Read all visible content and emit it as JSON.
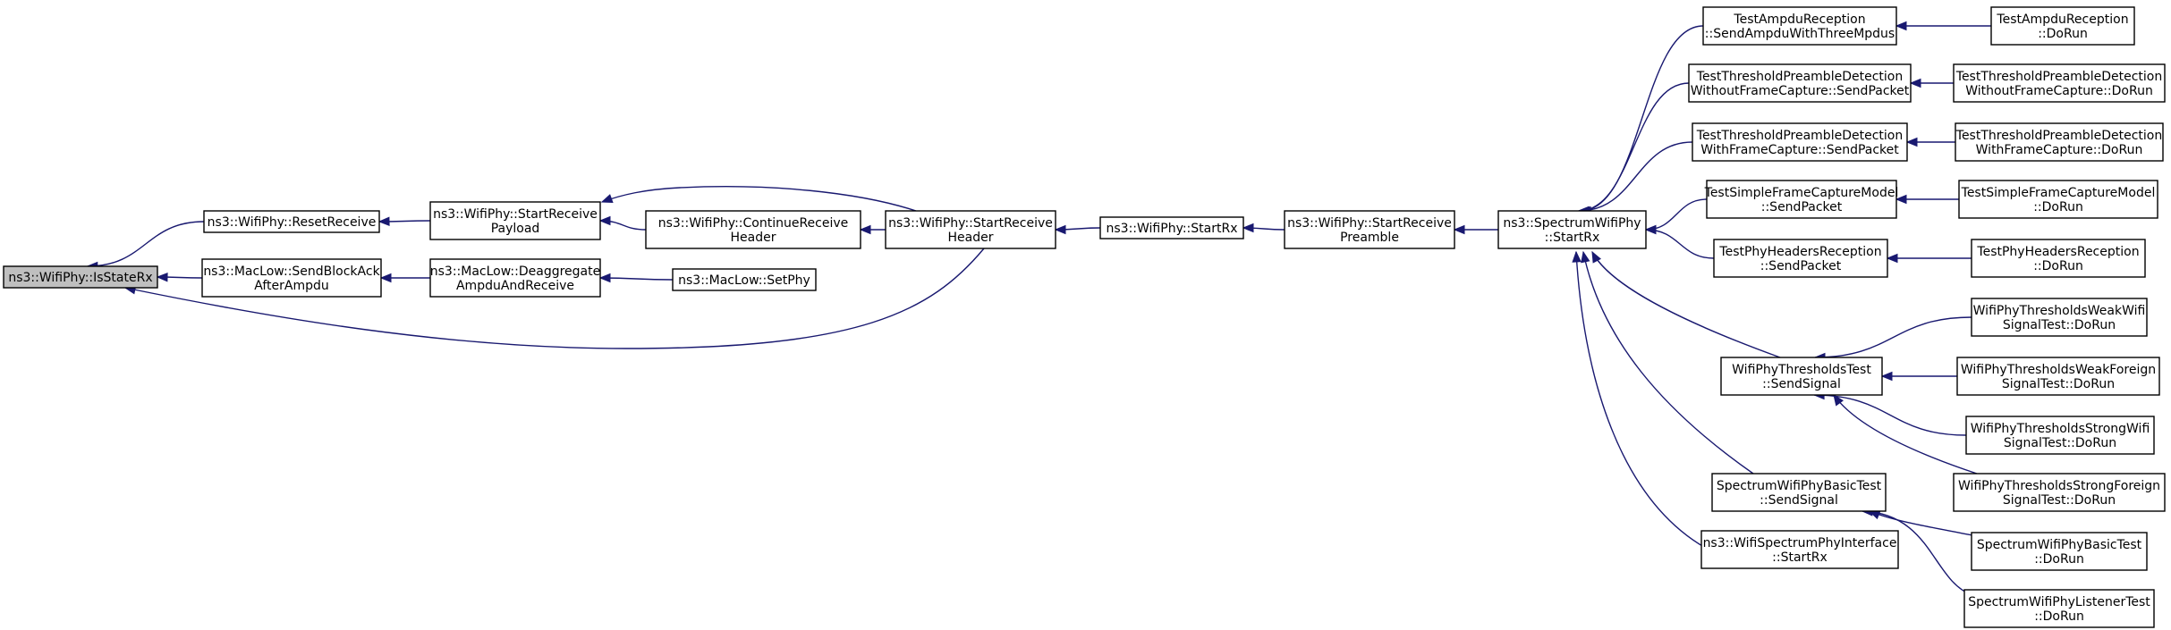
{
  "nodes": [
    {
      "id": "isstaterx",
      "lines": [
        "ns3::WifiPhy::IsStateRx"
      ],
      "root": true
    },
    {
      "id": "resetreceive",
      "lines": [
        "ns3::WifiPhy::ResetReceive"
      ]
    },
    {
      "id": "sendblockack",
      "lines": [
        "ns3::MacLow::SendBlockAck",
        "AfterAmpdu"
      ]
    },
    {
      "id": "startreceivepayload",
      "lines": [
        "ns3::WifiPhy::StartReceive",
        "Payload"
      ]
    },
    {
      "id": "deaggregate",
      "lines": [
        "ns3::MacLow::Deaggregate",
        "AmpduAndReceive"
      ]
    },
    {
      "id": "continuereceive",
      "lines": [
        "ns3::WifiPhy::ContinueReceive",
        "Header"
      ]
    },
    {
      "id": "setphy",
      "lines": [
        "ns3::MacLow::SetPhy"
      ]
    },
    {
      "id": "startreceiveheader",
      "lines": [
        "ns3::WifiPhy::StartReceive",
        "Header"
      ]
    },
    {
      "id": "wifiphystartrx",
      "lines": [
        "ns3::WifiPhy::StartRx"
      ]
    },
    {
      "id": "startreceivepreamble",
      "lines": [
        "ns3::WifiPhy::StartReceive",
        "Preamble"
      ]
    },
    {
      "id": "spectrumstartrx",
      "lines": [
        "ns3::SpectrumWifiPhy",
        "::StartRx"
      ]
    },
    {
      "id": "ampdusend",
      "lines": [
        "TestAmpduReception",
        "::SendAmpduWithThreeMpdus"
      ]
    },
    {
      "id": "tpdwithoutsend",
      "lines": [
        "TestThresholdPreambleDetection",
        "WithoutFrameCapture::SendPacket"
      ]
    },
    {
      "id": "tpdwithsend",
      "lines": [
        "TestThresholdPreambleDetection",
        "WithFrameCapture::SendPacket"
      ]
    },
    {
      "id": "sfcmsend",
      "lines": [
        "TestSimpleFrameCaptureModel",
        "::SendPacket"
      ]
    },
    {
      "id": "phrsend",
      "lines": [
        "TestPhyHeadersReception",
        "::SendPacket"
      ]
    },
    {
      "id": "thresholdssend",
      "lines": [
        "WifiPhyThresholdsTest",
        "::SendSignal"
      ]
    },
    {
      "id": "basicsend",
      "lines": [
        "SpectrumWifiPhyBasicTest",
        "::SendSignal"
      ]
    },
    {
      "id": "interfacestartrx",
      "lines": [
        "ns3::WifiSpectrumPhyInterface",
        "::StartRx"
      ]
    },
    {
      "id": "ampdudorun",
      "lines": [
        "TestAmpduReception",
        "::DoRun"
      ]
    },
    {
      "id": "tpdwithoutdorun",
      "lines": [
        "TestThresholdPreambleDetection",
        "WithoutFrameCapture::DoRun"
      ]
    },
    {
      "id": "tpdwithdorun",
      "lines": [
        "TestThresholdPreambleDetection",
        "WithFrameCapture::DoRun"
      ]
    },
    {
      "id": "sfcmdorun",
      "lines": [
        "TestSimpleFrameCaptureModel",
        "::DoRun"
      ]
    },
    {
      "id": "phrdorun",
      "lines": [
        "TestPhyHeadersReception",
        "::DoRun"
      ]
    },
    {
      "id": "weakwifi",
      "lines": [
        "WifiPhyThresholdsWeakWifi",
        "SignalTest::DoRun"
      ]
    },
    {
      "id": "weakforeign",
      "lines": [
        "WifiPhyThresholdsWeakForeign",
        "SignalTest::DoRun"
      ]
    },
    {
      "id": "strongwifi",
      "lines": [
        "WifiPhyThresholdsStrongWifi",
        "SignalTest::DoRun"
      ]
    },
    {
      "id": "strongforeign",
      "lines": [
        "WifiPhyThresholdsStrongForeign",
        "SignalTest::DoRun"
      ]
    },
    {
      "id": "basicdorun",
      "lines": [
        "SpectrumWifiPhyBasicTest",
        "::DoRun"
      ]
    },
    {
      "id": "listenerdorun",
      "lines": [
        "SpectrumWifiPhyListenerTest",
        "::DoRun"
      ]
    }
  ],
  "edges": [
    {
      "from": "resetreceive",
      "to": "isstaterx"
    },
    {
      "from": "sendblockack",
      "to": "isstaterx"
    },
    {
      "from": "startreceiveheader",
      "to": "isstaterx"
    },
    {
      "from": "startreceivepayload",
      "to": "resetreceive"
    },
    {
      "from": "deaggregate",
      "to": "sendblockack"
    },
    {
      "from": "continuereceive",
      "to": "startreceivepayload"
    },
    {
      "from": "startreceiveheader",
      "to": "startreceivepayload"
    },
    {
      "from": "setphy",
      "to": "deaggregate"
    },
    {
      "from": "startreceiveheader",
      "to": "continuereceive"
    },
    {
      "from": "wifiphystartrx",
      "to": "startreceiveheader"
    },
    {
      "from": "startreceivepreamble",
      "to": "wifiphystartrx"
    },
    {
      "from": "spectrumstartrx",
      "to": "startreceivepreamble"
    },
    {
      "from": "ampdusend",
      "to": "spectrumstartrx"
    },
    {
      "from": "tpdwithoutsend",
      "to": "spectrumstartrx"
    },
    {
      "from": "tpdwithsend",
      "to": "spectrumstartrx"
    },
    {
      "from": "sfcmsend",
      "to": "spectrumstartrx"
    },
    {
      "from": "phrsend",
      "to": "spectrumstartrx"
    },
    {
      "from": "thresholdssend",
      "to": "spectrumstartrx"
    },
    {
      "from": "basicsend",
      "to": "spectrumstartrx"
    },
    {
      "from": "interfacestartrx",
      "to": "spectrumstartrx"
    },
    {
      "from": "ampdudorun",
      "to": "ampdusend"
    },
    {
      "from": "tpdwithoutdorun",
      "to": "tpdwithoutsend"
    },
    {
      "from": "tpdwithdorun",
      "to": "tpdwithsend"
    },
    {
      "from": "sfcmdorun",
      "to": "sfcmsend"
    },
    {
      "from": "phrdorun",
      "to": "phrsend"
    },
    {
      "from": "weakwifi",
      "to": "thresholdssend"
    },
    {
      "from": "weakforeign",
      "to": "thresholdssend"
    },
    {
      "from": "strongwifi",
      "to": "thresholdssend"
    },
    {
      "from": "strongforeign",
      "to": "thresholdssend"
    },
    {
      "from": "basicdorun",
      "to": "basicsend"
    },
    {
      "from": "listenerdorun",
      "to": "basicsend"
    }
  ]
}
